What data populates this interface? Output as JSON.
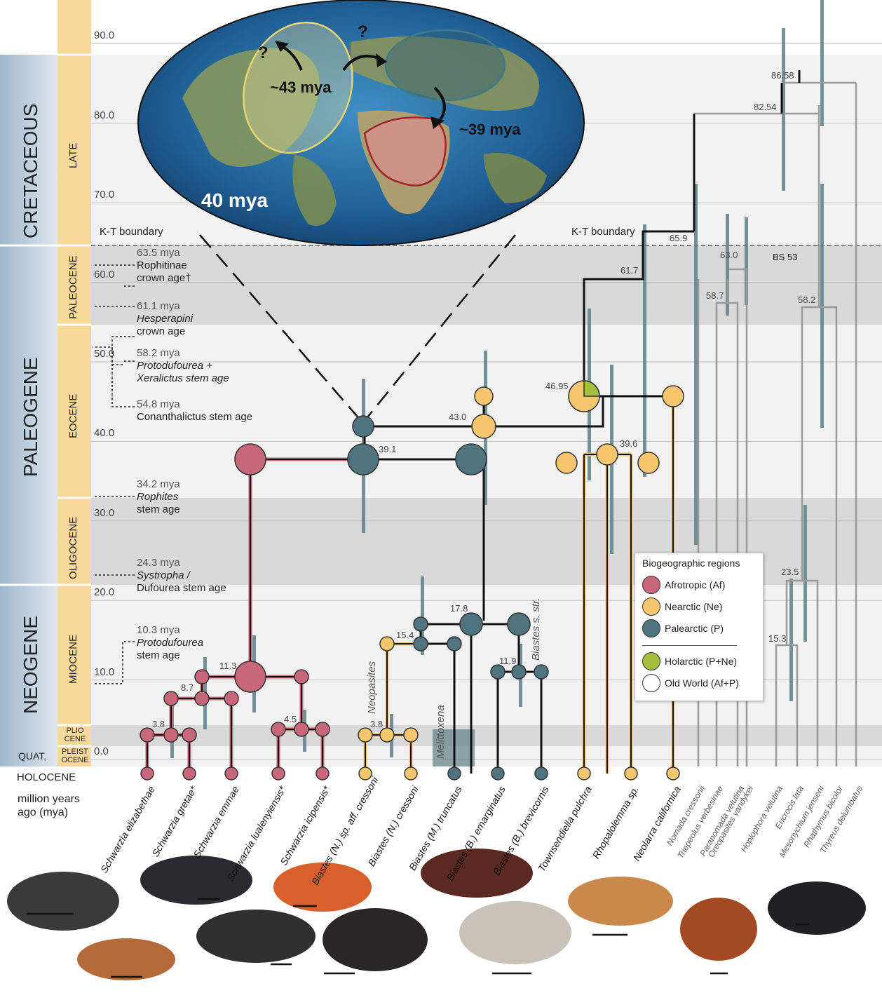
{
  "axis": {
    "ticks": [
      "90.0",
      "80.0",
      "70.0",
      "60.0",
      "50.0",
      "40.0",
      "30.0",
      "20.0",
      "10.0",
      "0.0"
    ],
    "unit_label": "million years ago (mya)",
    "holocene": "HOLOCENE"
  },
  "eras": [
    "CRETACEOUS",
    "PALEOGENE",
    "NEOGENE"
  ],
  "periods": [
    "LATE",
    "PALEOCENE",
    "EOCENE",
    "OLIGOCENE",
    "MIOCENE",
    "PLIO CENE",
    "PLEIST OCENE"
  ],
  "quat": "QUAT.",
  "kt": {
    "left": "K-T boundary",
    "right": "K-T boundary"
  },
  "map": {
    "title": "40 mya",
    "ages": [
      "~43 mya",
      "~39 mya"
    ],
    "question": "?"
  },
  "annotations": [
    {
      "age": "63.5 mya",
      "line2": "Rophitinae",
      "line3": "crown age†"
    },
    {
      "age": "61.1 mya",
      "line2": "Hesperapini",
      "line3": "crown age"
    },
    {
      "age": "58.2 mya",
      "line2": "Protodufourea +",
      "line3": "Xeralictus stem age"
    },
    {
      "age": "54.8 mya",
      "line2": "Conanthalictus stem age",
      "line3": ""
    },
    {
      "age": "34.2 mya",
      "line2": "Rophites",
      "line3": "stem age"
    },
    {
      "age": "24.3 mya",
      "line2": "Systropha /",
      "line3": "Dufourea stem age"
    },
    {
      "age": "10.3 mya",
      "line2": "Protodufourea",
      "line3": "stem age"
    }
  ],
  "node_labels": [
    "86.58",
    "82.54",
    "65.9",
    "63.0",
    "BS 53",
    "61.7",
    "58.7",
    "58.2",
    "46.95",
    "43.0",
    "39.1",
    "39.6",
    "23.5",
    "17.8",
    "15.4",
    "15.3",
    "11.9",
    "11.3",
    "8.7",
    "4.5",
    "3.8",
    "3.8"
  ],
  "clade_labels": {
    "neopasites": "Neopasites",
    "melittoxena": "Melittoxena",
    "biastes": "Biastes s. str."
  },
  "legend": {
    "title": "Biogeographic regions",
    "items": [
      {
        "label": "Afrotropic (Af)",
        "color": "#c9677a"
      },
      {
        "label": "Nearctic (Ne)",
        "color": "#f5c66e"
      },
      {
        "label": "Palearctic (P)",
        "color": "#4f7480"
      },
      {
        "label": "Holarctic (P+Ne)",
        "color": "#a3bf3c"
      },
      {
        "label": "Old World (Af+P)",
        "color": "#ffffff"
      }
    ]
  },
  "taxa": [
    "Schwarzia elizabethae",
    "Schwarzia gretae*",
    "Schwarzia emmae",
    "Schwarzia lualenyiensis*",
    "Schwarzia icipensis*",
    "Biastes (N.) sp. aff. cressoni",
    "Biastes (N.) cressoni",
    "Biastes (M.) truncatus",
    "Biastes (B.) emarginatus",
    "Biastes (B.) brevicornis",
    "Townsendiella pulchra",
    "Rhopalolemma sp.",
    "Neolarra californica",
    "Nomada cressonii",
    "Triepeolus verbesinae",
    "Paranomada velutina",
    "Oreopasites vandykei",
    "Hoplophora velutina",
    "Ericrocis lata",
    "Mesonychium jenseni",
    "Rhathymus bicolor",
    "Thyreus delumbatus"
  ],
  "colors": {
    "afrotropic": "#c9677a",
    "nearctic": "#f5c66e",
    "palearctic": "#4f7480",
    "holarctic": "#a3bf3c",
    "timescale": "#f9d99a"
  }
}
